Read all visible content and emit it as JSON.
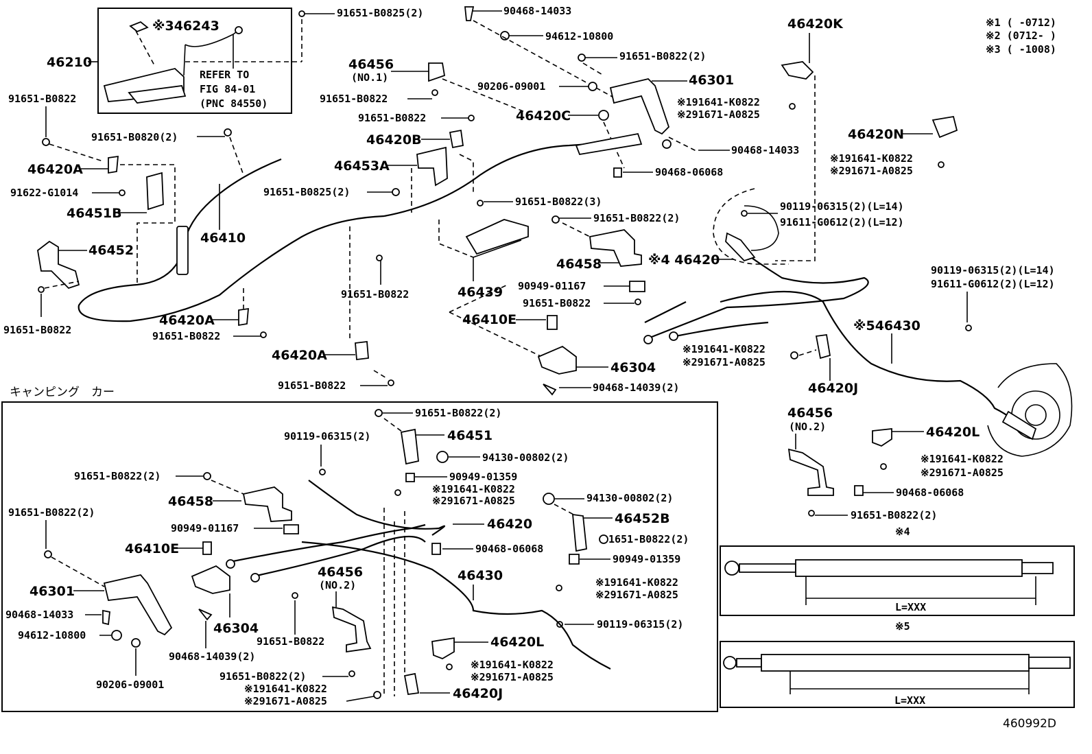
{
  "notes": {
    "n1": "※1 (      -0712)",
    "n2": "※2 (0712-       )",
    "n3": "※3 (      -1008)"
  },
  "inset": {
    "lines": [
      "REFER TO",
      "FIG 84-01",
      "(PNC 84550)"
    ]
  },
  "section_title": "キャンピング　カー",
  "detail4": {
    "mark": "※4",
    "dim": "L=XXX"
  },
  "detail5": {
    "mark": "※5",
    "dim": "L=XXX"
  },
  "footer_code": "460992D",
  "labels": {
    "p46210": "46210",
    "p346243": "※346243",
    "top_91651_b0825_2": "91651-B0825(2)",
    "top_90468_14033": "90468-14033",
    "top_94612_10800": "94612-10800",
    "top_91651_b0822_2": "91651-B0822(2)",
    "p46301": "46301",
    "p46420k": "46420K",
    "p46456": "46456",
    "p46456_no1": "(NO.1)",
    "l91651_b0822_a": "91651-B0822",
    "l90206_09001": "90206-09001",
    "k1_191641": "※191641-K0822",
    "k1_291671": "※291671-A0825",
    "l91651_b0822_left": "91651-B0822",
    "l91651_b0820_2": "91651-B0820(2)",
    "l91651_b0822_b": "91651-B0822",
    "p46420c": "46420C",
    "p46420b": "46420B",
    "r90468_14033": "90468-14033",
    "p46420n": "46420N",
    "n_191641": "※191641-K0822",
    "n_291671": "※291671-A0825",
    "p46420a_1": "46420A",
    "p46453a": "46453A",
    "l91622_g1014": "91622-G1014",
    "l91651_b0825_2b": "91651-B0825(2)",
    "l90468_06068": "90468-06068",
    "p46451b": "46451B",
    "p46410": "46410",
    "l91651_b0822_3": "91651-B0822(3)",
    "l91651_b0822_2c": "91651-B0822(2)",
    "l90119_1": "90119-06315(2)(L=14)",
    "l91611_1": "91611-G0612(2)(L=12)",
    "p46452": "46452",
    "p46458": "46458",
    "x4_46420": "※4 46420",
    "l90119_2": "90119-06315(2)(L=14)",
    "l91611_2": "91611-G0612(2)(L=12)",
    "l90949_01167": "90949-01167",
    "l91651_b0822_c": "91651-B0822",
    "p46439": "46439",
    "l91651_b0822_d": "91651-B0822",
    "l91651_b0822_e": "91651-B0822",
    "p46420a_2": "46420A",
    "l91651_b0822_f": "91651-B0822",
    "p46410e": "46410E",
    "x5_46430": "※546430",
    "j_191641": "※191641-K0822",
    "j_291671": "※291671-A0825",
    "p46420a_3": "46420A",
    "p46304": "46304",
    "p46420j": "46420J",
    "l91651_b0822_g": "91651-B0822",
    "l90468_14039": "90468-14039(2)",
    "p46456_2": "46456",
    "p46456_no2": "(NO.2)",
    "p46420l": "46420L",
    "l_191641": "※191641-K0822",
    "l_291671": "※291671-A0825",
    "l90468_06068b": "90468-06068",
    "l91651_b0822_2d": "91651-B0822(2)",
    "c91651_b0822_2": "91651-B0822(2)",
    "c90119_06315": "90119-06315(2)",
    "c46451": "46451",
    "c94130_1": "94130-00802(2)",
    "c91651_b0822_2b": "91651-B0822(2)",
    "c90949_01359": "90949-01359",
    "c46458": "46458",
    "c191641": "※191641-K0822",
    "c291671": "※291671-A0825",
    "c94130_2": "94130-00802(2)",
    "c91651_b0822_2c": "91651-B0822(2)",
    "c46452b": "46452B",
    "c90949_01167": "90949-01167",
    "c46420": "46420",
    "c91651_b0822_2d": "91651-B0822(2)",
    "c46410e": "46410E",
    "c90468_06068": "90468-06068",
    "c90949_01359b": "90949-01359",
    "c46456": "46456",
    "c46456_no2": "(NO.2)",
    "c46430": "46430",
    "c191641b": "※191641-K0822",
    "c291671b": "※291671-A0825",
    "c46301": "46301",
    "c90468_14033": "90468-14033",
    "c46304": "46304",
    "c91651_b0822": "91651-B0822",
    "c90119_06315b": "90119-06315(2)",
    "c94612_10800": "94612-10800",
    "c90468_14039": "90468-14039(2)",
    "c46420l": "46420L",
    "c191641c": "※191641-K0822",
    "c291671c": "※291671-A0825",
    "c90206_09001": "90206-09001",
    "c91651_b0822_2e": "91651-B0822(2)",
    "c191641d": "※191641-K0822",
    "c291671d": "※291671-A0825",
    "c46420j": "46420J"
  }
}
